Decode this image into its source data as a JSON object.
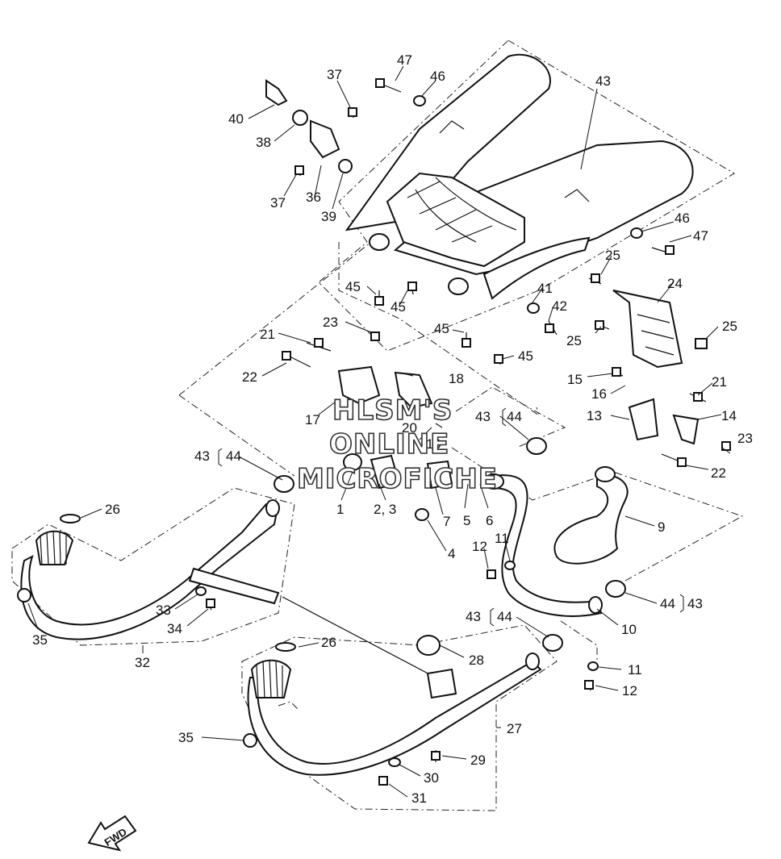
{
  "watermark": {
    "line1": "HLSM'S",
    "line2": "ONLINE",
    "line3": "MICROFICHE"
  },
  "fwd_label": "FWD",
  "labels": [
    {
      "id": "l47a",
      "text": "47"
    },
    {
      "id": "l46a",
      "text": "46"
    },
    {
      "id": "l43a",
      "text": "43"
    },
    {
      "id": "l37a",
      "text": "37"
    },
    {
      "id": "l40",
      "text": "40"
    },
    {
      "id": "l38",
      "text": "38"
    },
    {
      "id": "l37b",
      "text": "37"
    },
    {
      "id": "l36",
      "text": "36"
    },
    {
      "id": "l39",
      "text": "39"
    },
    {
      "id": "l46b",
      "text": "46"
    },
    {
      "id": "l47b",
      "text": "47"
    },
    {
      "id": "l25a",
      "text": "25"
    },
    {
      "id": "l24",
      "text": "24"
    },
    {
      "id": "l45a",
      "text": "45"
    },
    {
      "id": "l45b",
      "text": "45"
    },
    {
      "id": "l41",
      "text": "41"
    },
    {
      "id": "l42",
      "text": "42"
    },
    {
      "id": "l45c",
      "text": "45"
    },
    {
      "id": "l45d",
      "text": "45"
    },
    {
      "id": "l25b",
      "text": "25"
    },
    {
      "id": "l25c",
      "text": "25"
    },
    {
      "id": "l23a",
      "text": "23"
    },
    {
      "id": "l21a",
      "text": "21"
    },
    {
      "id": "l22a",
      "text": "22"
    },
    {
      "id": "l18",
      "text": "18"
    },
    {
      "id": "l15",
      "text": "15"
    },
    {
      "id": "l16",
      "text": "16"
    },
    {
      "id": "l21b",
      "text": "21"
    },
    {
      "id": "l17",
      "text": "17"
    },
    {
      "id": "l19",
      "text": "19"
    },
    {
      "id": "l20",
      "text": "20"
    },
    {
      "id": "l43b",
      "text": "43"
    },
    {
      "id": "l44b",
      "text": "44"
    },
    {
      "id": "l13",
      "text": "13"
    },
    {
      "id": "l14",
      "text": "14"
    },
    {
      "id": "l23b",
      "text": "23"
    },
    {
      "id": "l22b",
      "text": "22"
    },
    {
      "id": "l43c",
      "text": "43"
    },
    {
      "id": "l44c",
      "text": "44"
    },
    {
      "id": "l1",
      "text": "1"
    },
    {
      "id": "l23c",
      "text": "2, 3"
    },
    {
      "id": "l7",
      "text": "7"
    },
    {
      "id": "l5",
      "text": "5"
    },
    {
      "id": "l6",
      "text": "6"
    },
    {
      "id": "l9",
      "text": "9"
    },
    {
      "id": "l26a",
      "text": "26"
    },
    {
      "id": "l4",
      "text": "4"
    },
    {
      "id": "l12a",
      "text": "12"
    },
    {
      "id": "l11a",
      "text": "11"
    },
    {
      "id": "l44d",
      "text": "44"
    },
    {
      "id": "l43d",
      "text": "43"
    },
    {
      "id": "l33",
      "text": "33"
    },
    {
      "id": "l34",
      "text": "34"
    },
    {
      "id": "l10",
      "text": "10"
    },
    {
      "id": "l35a",
      "text": "35"
    },
    {
      "id": "l32",
      "text": "32"
    },
    {
      "id": "l43e",
      "text": "43"
    },
    {
      "id": "l44e",
      "text": "44"
    },
    {
      "id": "l26b",
      "text": "26"
    },
    {
      "id": "l28",
      "text": "28"
    },
    {
      "id": "l11b",
      "text": "11"
    },
    {
      "id": "l12b",
      "text": "12"
    },
    {
      "id": "l27",
      "text": "27"
    },
    {
      "id": "l35b",
      "text": "35"
    },
    {
      "id": "l29",
      "text": "29"
    },
    {
      "id": "l30",
      "text": "30"
    },
    {
      "id": "l31",
      "text": "31"
    }
  ]
}
